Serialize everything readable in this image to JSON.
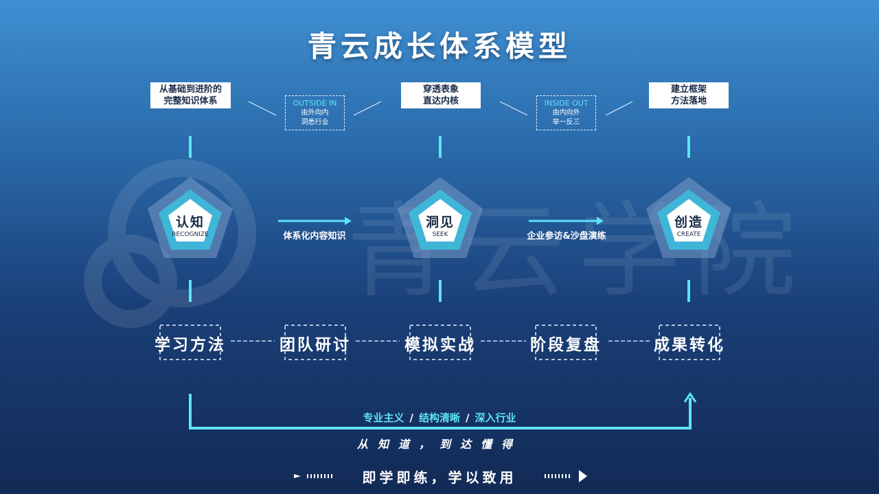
{
  "title": "青云成长体系模型",
  "watermark": {
    "text": "青云学院"
  },
  "top_boxes": [
    {
      "line1": "从基础到进阶的",
      "line2": "完整知识体系"
    },
    {
      "line1": "穿透表象",
      "line2": "直达内核"
    },
    {
      "line1": "建立框架",
      "line2": "方法落地"
    }
  ],
  "dashed_boxes": [
    {
      "en": "OUTSIDE IN",
      "line1": "由外向内",
      "line2": "洞悉行业"
    },
    {
      "en": "INSIDE OUT",
      "line1": "由内向外",
      "line2": "举一反三"
    }
  ],
  "pentagons": [
    {
      "cn": "认知",
      "en": "RECOGNIZE"
    },
    {
      "cn": "洞见",
      "en": "SEEK"
    },
    {
      "cn": "创造",
      "en": "CREATE"
    }
  ],
  "arrow_labels": [
    "体系化内容知识",
    "企业参访&沙盘演练"
  ],
  "steps": [
    "学习方法",
    "团队研讨",
    "模拟实战",
    "阶段复盘",
    "成果转化"
  ],
  "bottom_tags": {
    "a": "专业主义",
    "sep": "/",
    "b": "结构清晰",
    "c": "深入行业"
  },
  "slogan": "从知道，到达懂得",
  "motto": "即学即练，学以致用",
  "colors": {
    "accent": "#5ee3f5",
    "pentagon_inner": "#3fb6d8",
    "text_dark": "#1a2a48"
  }
}
